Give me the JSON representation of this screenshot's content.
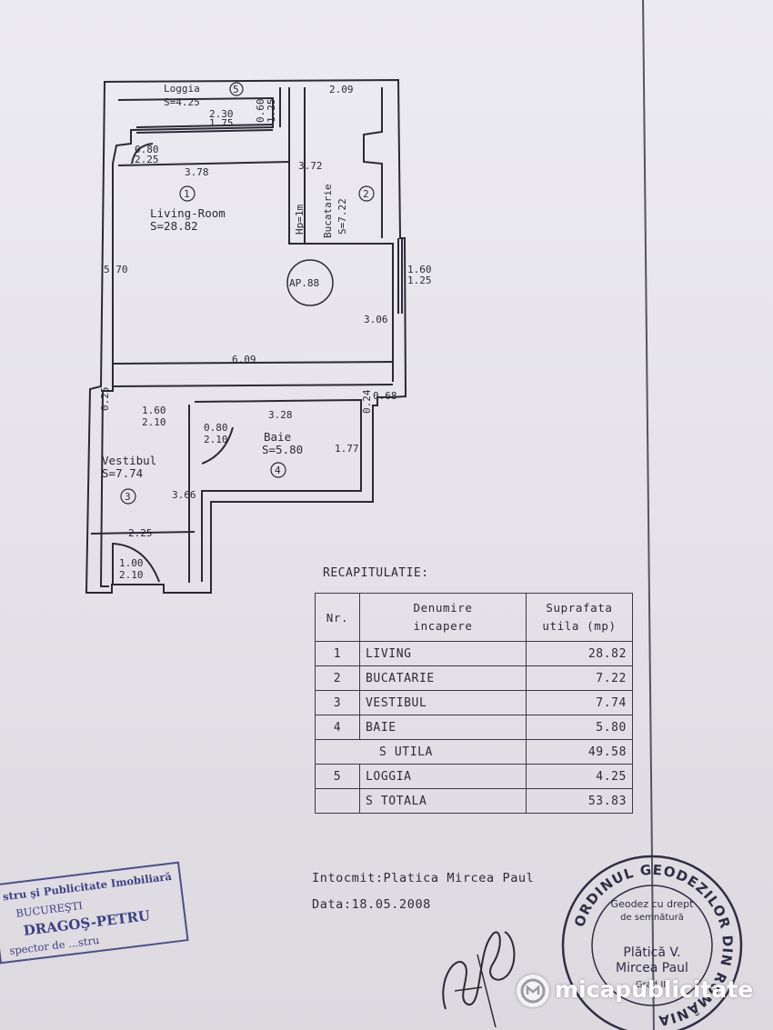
{
  "plan": {
    "loggia": {
      "name": "Loggia",
      "area": "S=4.25",
      "num": "5",
      "dims": [
        "2.30",
        "1.75",
        "0.60",
        "1.25"
      ]
    },
    "kitchen": {
      "name": "Bucatarie",
      "area": "S=7.22",
      "num": "2",
      "dims": [
        "2.09",
        "3.72",
        "Hp=1m"
      ]
    },
    "living": {
      "name": "Living-Room",
      "area": "S=28.82",
      "num": "1",
      "dims": [
        "0.80",
        "2.25",
        "3.78",
        "5.70",
        "6.09",
        "3.06",
        "1.60",
        "1.25"
      ]
    },
    "apartment": "AP.88",
    "bath": {
      "name": "Baie",
      "area": "S=5.80",
      "num": "4",
      "dims": [
        "3.28",
        "0.80",
        "2.10",
        "1.77",
        "0.24",
        "0.68"
      ]
    },
    "hall": {
      "name": "Vestibul",
      "area": "S=7.74",
      "num": "3",
      "dims": [
        "1.60",
        "2.10",
        "3.66",
        "2.25",
        "1.00",
        "2.10",
        "0.25"
      ]
    }
  },
  "recap": {
    "title": "RECAPITULATIE:",
    "headers": {
      "nr": "Nr.",
      "name_line1": "Denumire",
      "name_line2": "incapere",
      "area_line1": "Suprafata",
      "area_line2": "utila (mp)"
    },
    "rows": [
      {
        "nr": "1",
        "name": "LIVING",
        "area": "28.82"
      },
      {
        "nr": "2",
        "name": "BUCATARIE",
        "area": "7.22"
      },
      {
        "nr": "3",
        "name": "VESTIBUL",
        "area": "7.74"
      },
      {
        "nr": "4",
        "name": "BAIE",
        "area": "5.80"
      },
      {
        "nr": "",
        "name": "S UTILA",
        "area": "49.58"
      },
      {
        "nr": "5",
        "name": "LOGGIA",
        "area": "4.25"
      },
      {
        "nr": "",
        "name": "S TOTALA",
        "area": "53.83"
      }
    ]
  },
  "footer": {
    "prepared_by": "Intocmit:Platica Mircea Paul",
    "date": "Data:18.05.2008"
  },
  "stamp_left": {
    "line1": "stru şi Publicitate Imobiliară",
    "line2": "BUCUREŞTI",
    "line3": "DRAGOŞ-PETRU",
    "line4": "spector de ...stru"
  },
  "stamp_right": {
    "ring": "ORDINUL GEODEZILOR DIN ROMÂNIA",
    "line1": "Geodez cu drept",
    "line2": "de semnătură",
    "line3": "Plătică V.",
    "line4": "Mircea Paul",
    "line5": "Grad III"
  },
  "watermark": "micapublicitate",
  "colors": {
    "ink": "#2a2a35",
    "stamp_blue": "#3e4185",
    "paper": "#e6e4ea"
  }
}
